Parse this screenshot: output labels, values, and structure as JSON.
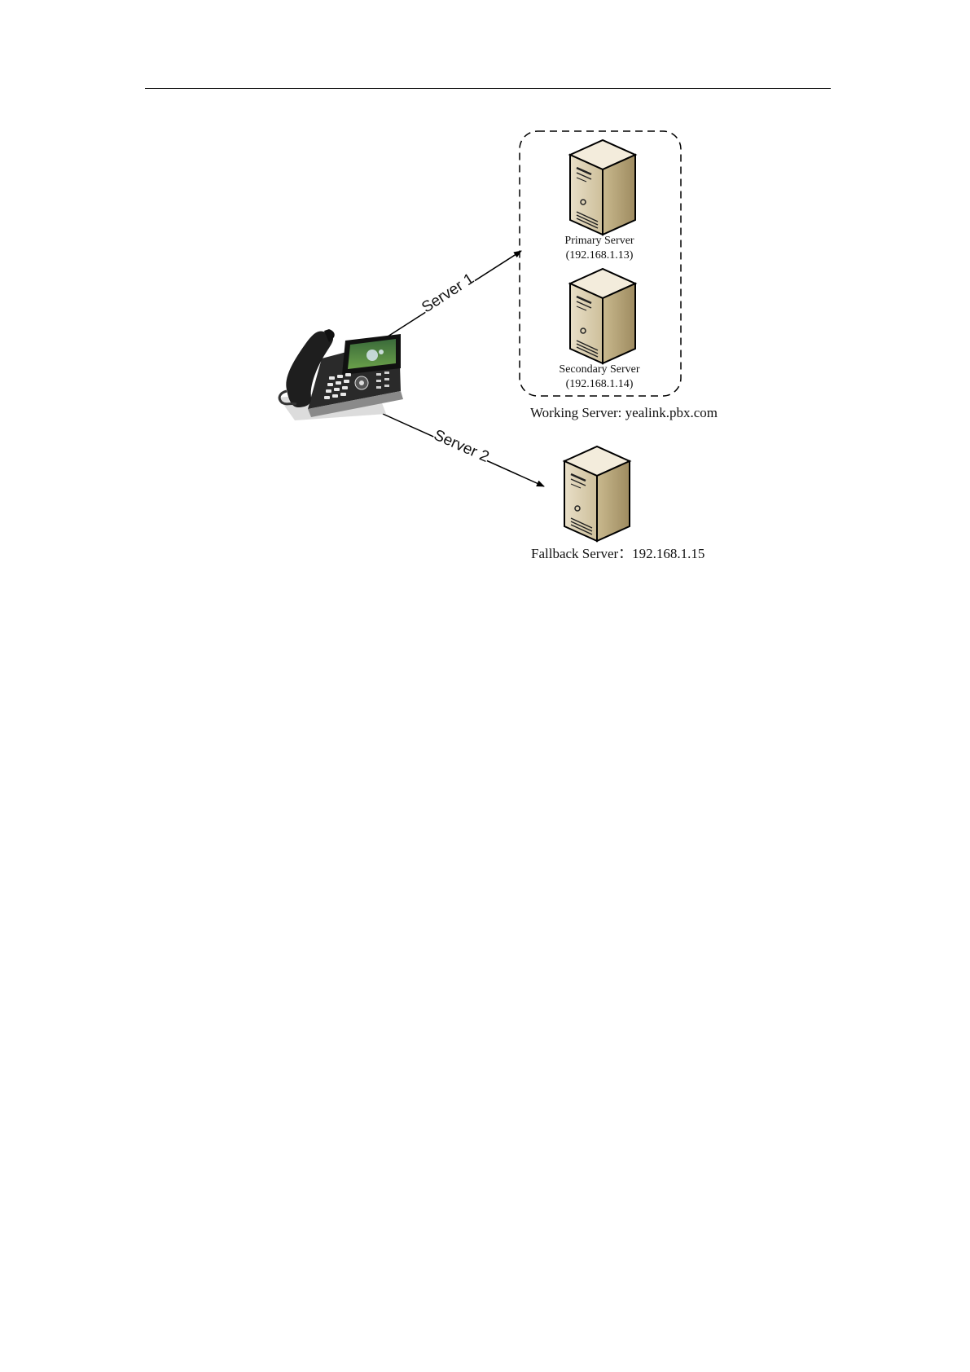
{
  "connections": {
    "server1_label": "Server 1",
    "server2_label": "Server 2"
  },
  "primary": {
    "name": "Primary Server",
    "ip": "(192.168.1.13)"
  },
  "secondary": {
    "name": "Secondary Server",
    "ip": "(192.168.1.14)"
  },
  "working_server": "Working Server: yealink.pbx.com",
  "fallback_server": "Fallback Server：192.168.1.15",
  "colors": {
    "server_light": "#ece3cf",
    "server_mid": "#d2c4a0",
    "server_dark": "#a39167",
    "phone_body": "#2a2a2a",
    "line": "#000000"
  }
}
